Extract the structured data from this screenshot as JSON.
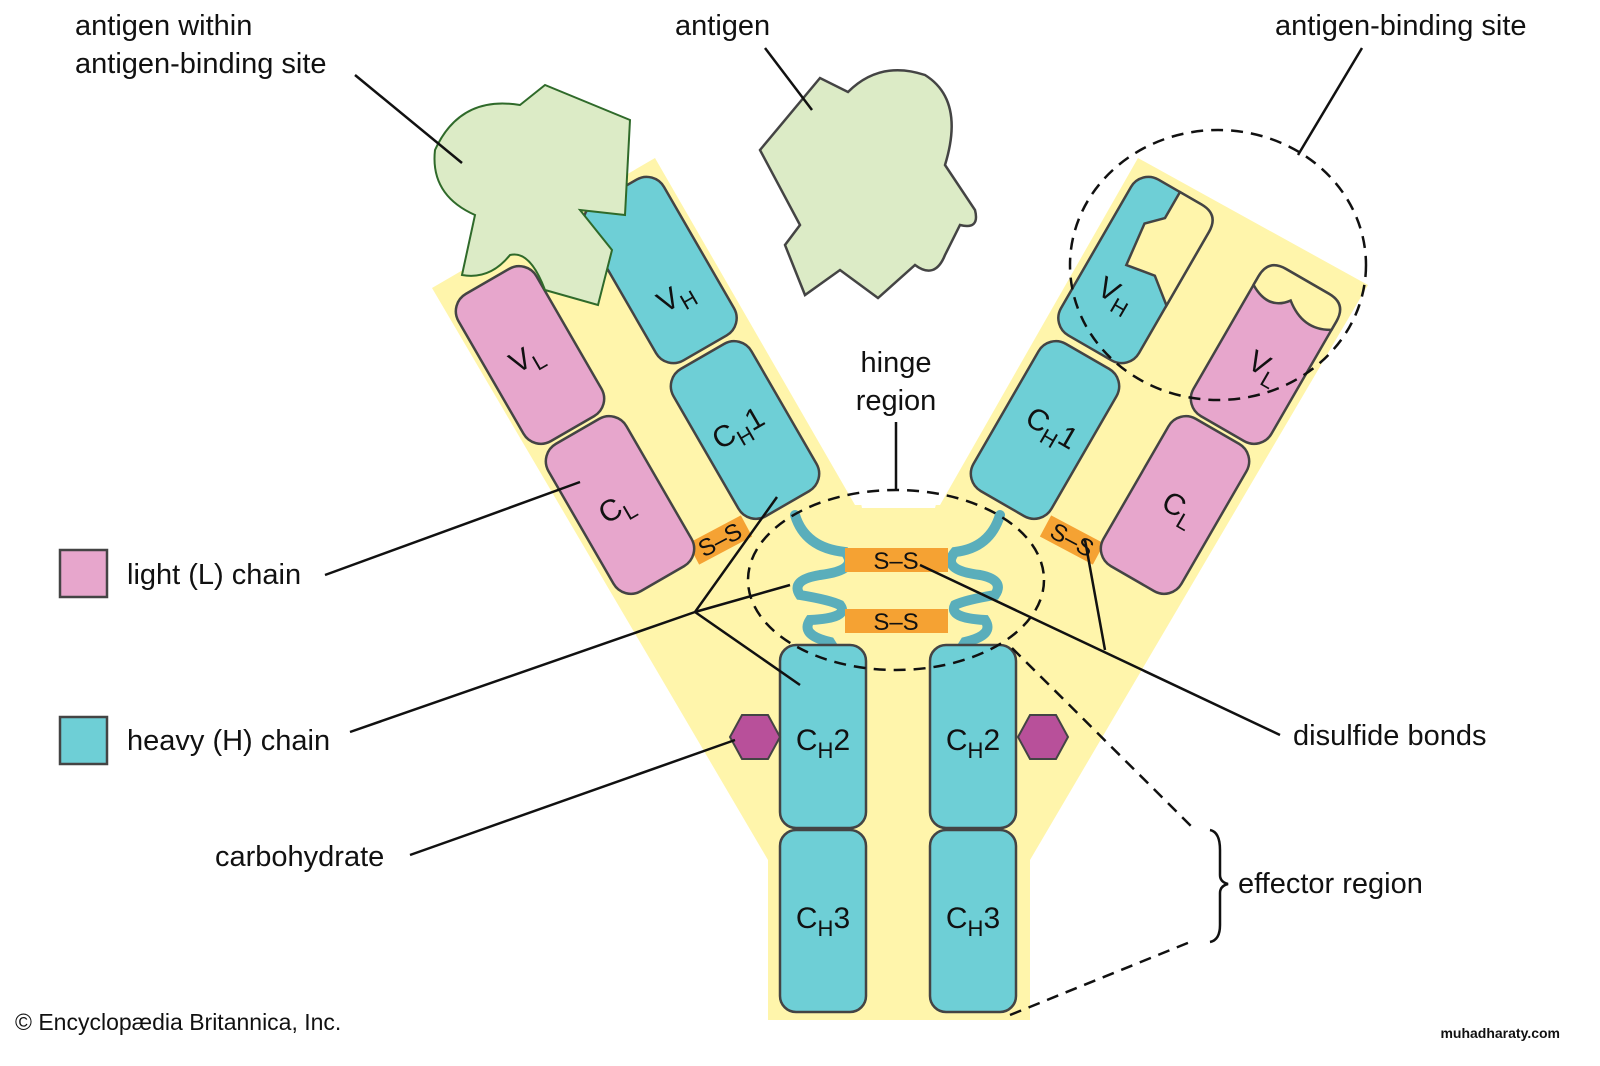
{
  "labels": {
    "antigen_within_1": "antigen within",
    "antigen_within_2": "antigen-binding site",
    "antigen": "antigen",
    "antigen_binding_site": "antigen-binding site",
    "hinge_1": "hinge",
    "hinge_2": "region",
    "light_chain": "light (L) chain",
    "heavy_chain": "heavy (H) chain",
    "carbohydrate": "carbohydrate",
    "disulfide_bonds": "disulfide bonds",
    "effector_region": "effector region",
    "copyright": "© Encyclopædia Britannica, Inc.",
    "watermark": "muhadharaty.com"
  },
  "domains": {
    "V": "V",
    "C": "C",
    "H": "H",
    "L": "L",
    "ch1": "1",
    "ch2": "2",
    "ch3": "3"
  },
  "bond": "S–S",
  "colors": {
    "heavy": "#6ecfd6",
    "light": "#e7a6cc",
    "background": "#fff5ab",
    "antigen": "#dcebc6",
    "bond": "#f5a233",
    "hinge": "#5aaebb",
    "carbohydrate": "#b8509a"
  }
}
